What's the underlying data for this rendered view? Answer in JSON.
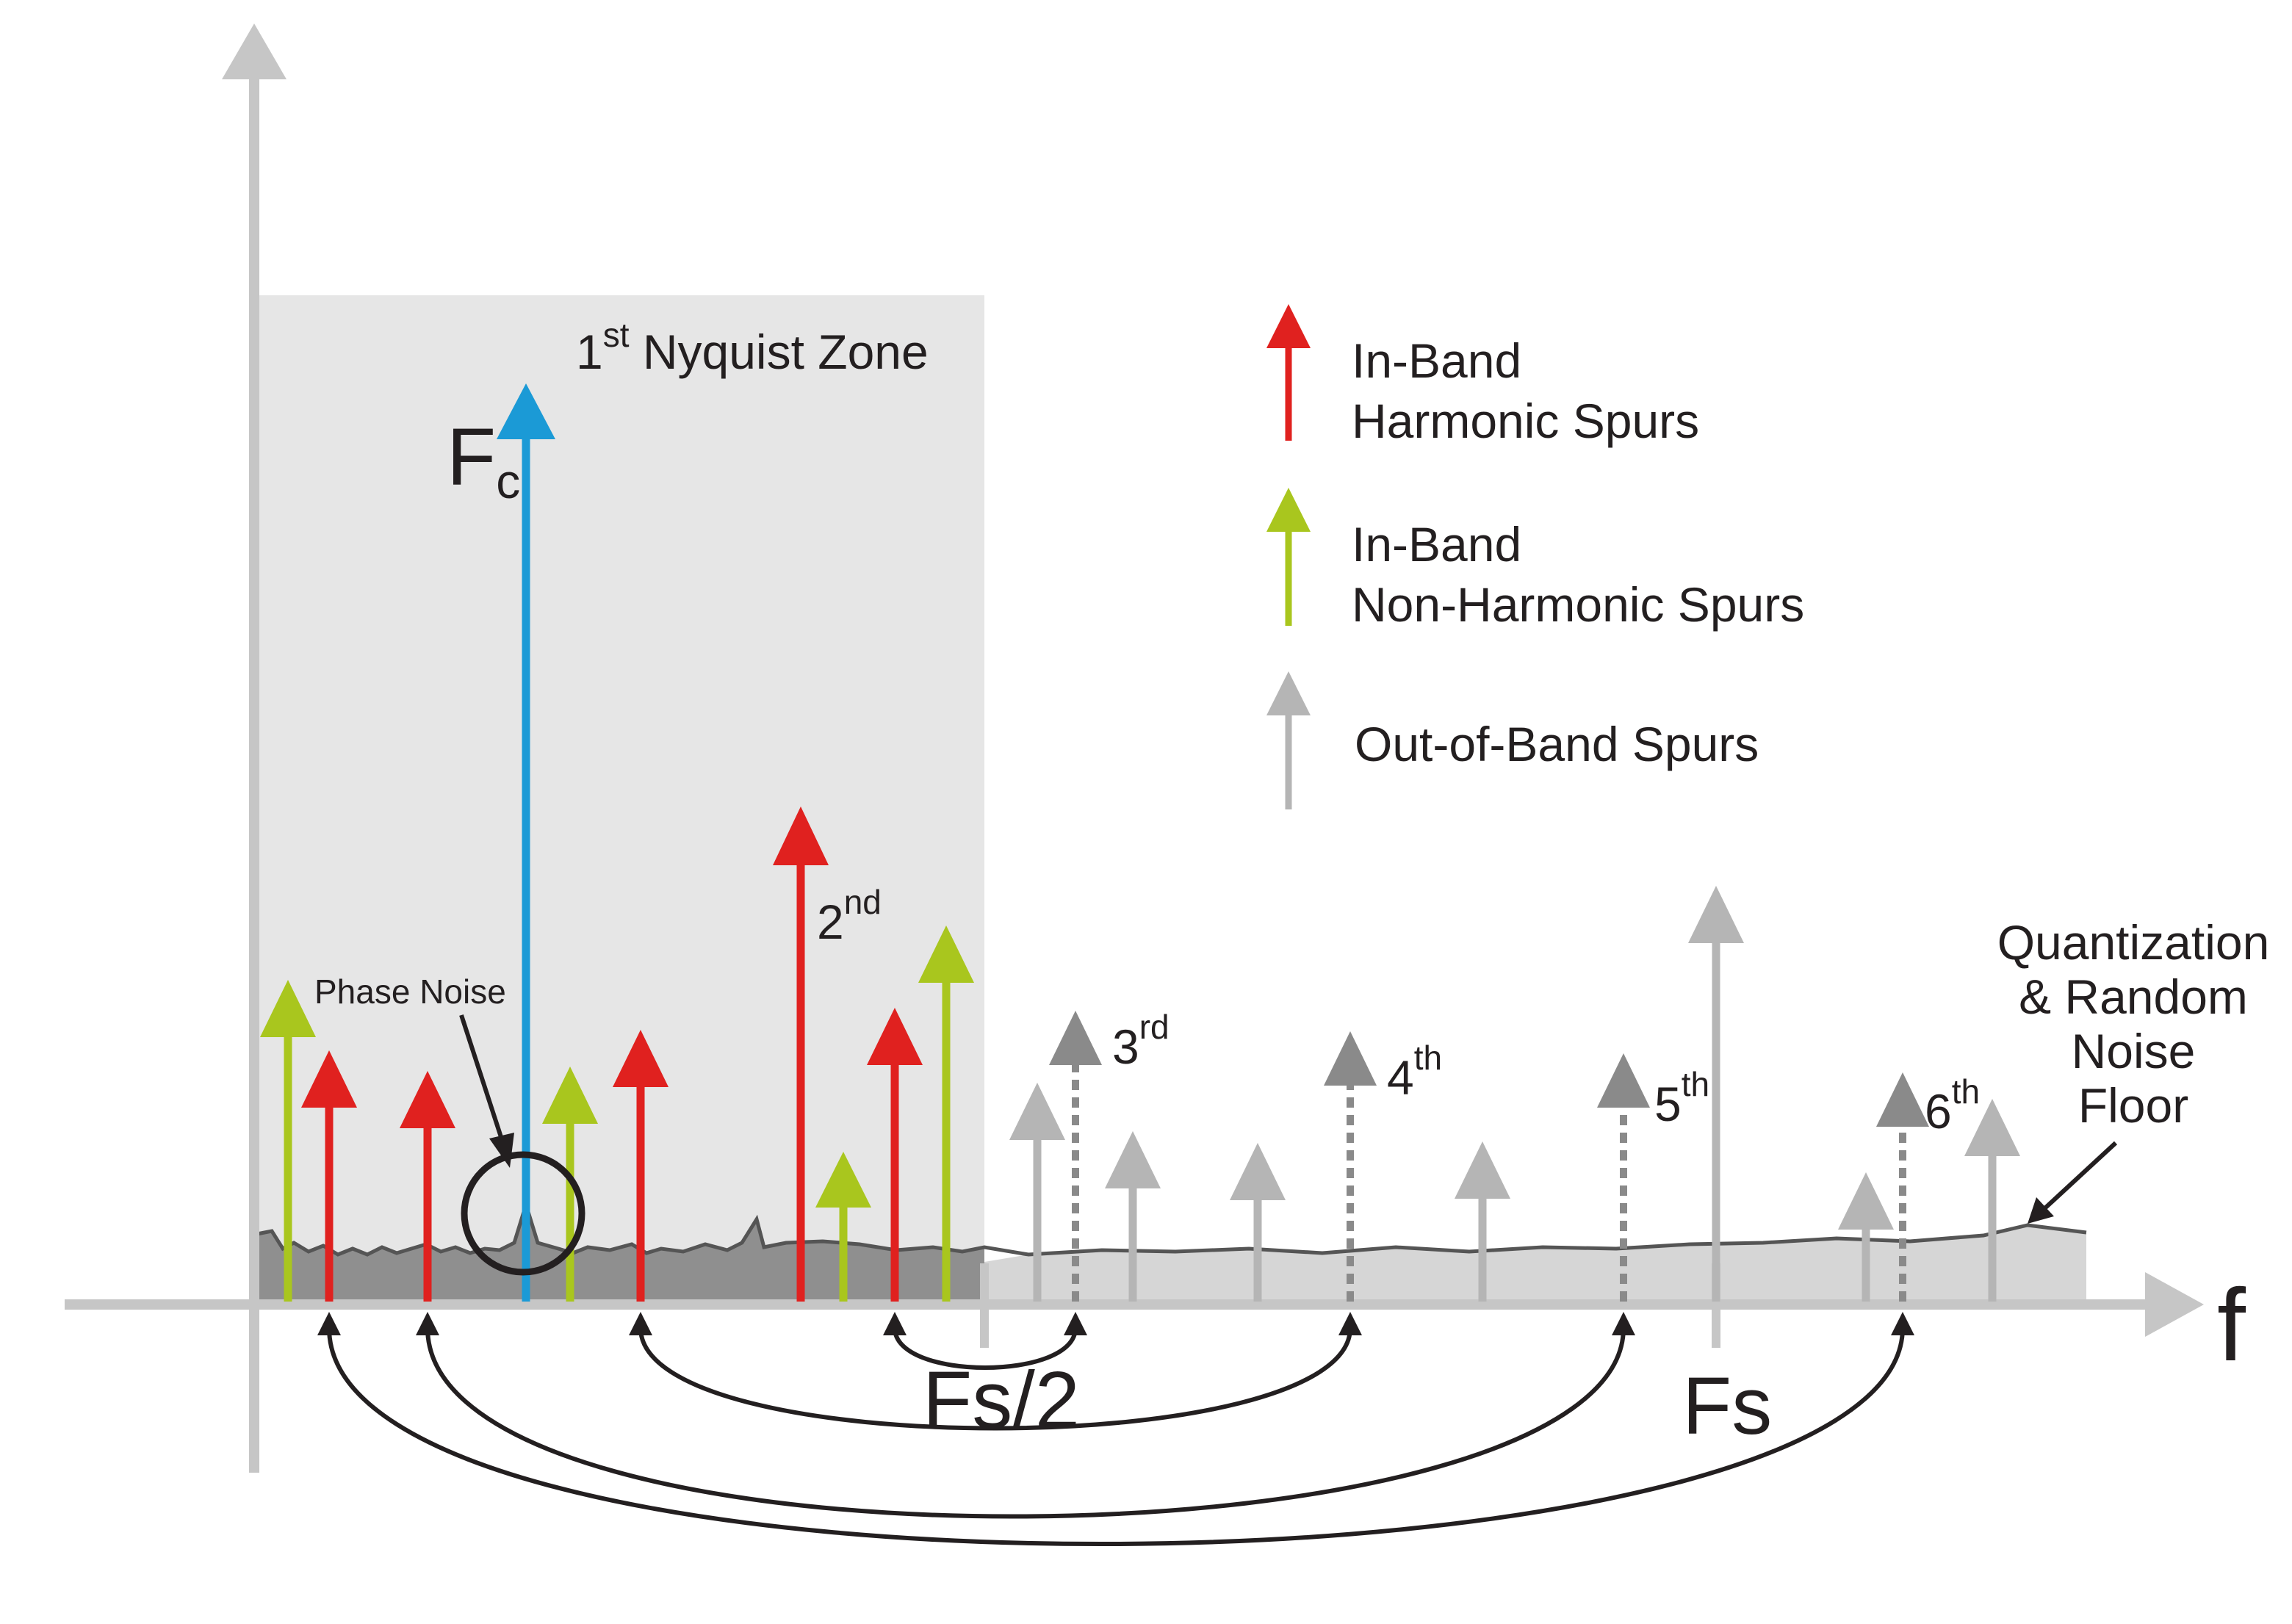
{
  "colors": {
    "harmonic": "#e0211f",
    "non_harmonic": "#a9c61e",
    "out_of_band": "#b5b5b5",
    "aliased": "#8a8a8a",
    "carrier": "#1b9ad6",
    "axis": "#c6c6c6",
    "zone_fill": "#e6e6e6",
    "noise_fill": "#d6d6d6",
    "noise_fill_zone": "#8f8f8f",
    "noise_line": "#555555",
    "curve": "#231f20"
  },
  "labels": {
    "zone_prefix": "1",
    "zone_sup": "st",
    "zone_suffix": " Nyquist Zone",
    "carrier_main": "F",
    "carrier_sub": "c",
    "phase_noise": "Phase Noise",
    "fs_half": "Fs/2",
    "fs": "Fs",
    "f_axis": "f",
    "harm2": "2",
    "harm2_sup": "nd",
    "harm3": "3",
    "harm3_sup": "rd",
    "harm4": "4",
    "harm4_sup": "th",
    "harm5": "5",
    "harm5_sup": "th",
    "harm6": "6",
    "harm6_sup": "th",
    "noise_floor_lines": [
      "Quantization",
      "& Random",
      "Noise",
      "Floor"
    ]
  },
  "legend": [
    {
      "icon": "red-arrow-icon",
      "color_key": "harmonic",
      "lines": [
        "In-Band",
        "Harmonic Spurs"
      ]
    },
    {
      "icon": "green-arrow-icon",
      "color_key": "non_harmonic",
      "lines": [
        "In-Band",
        "Non-Harmonic Spurs"
      ]
    },
    {
      "icon": "gray-arrow-icon",
      "color_key": "out_of_band",
      "lines": [
        "Out-of-Band Spurs"
      ]
    }
  ]
}
